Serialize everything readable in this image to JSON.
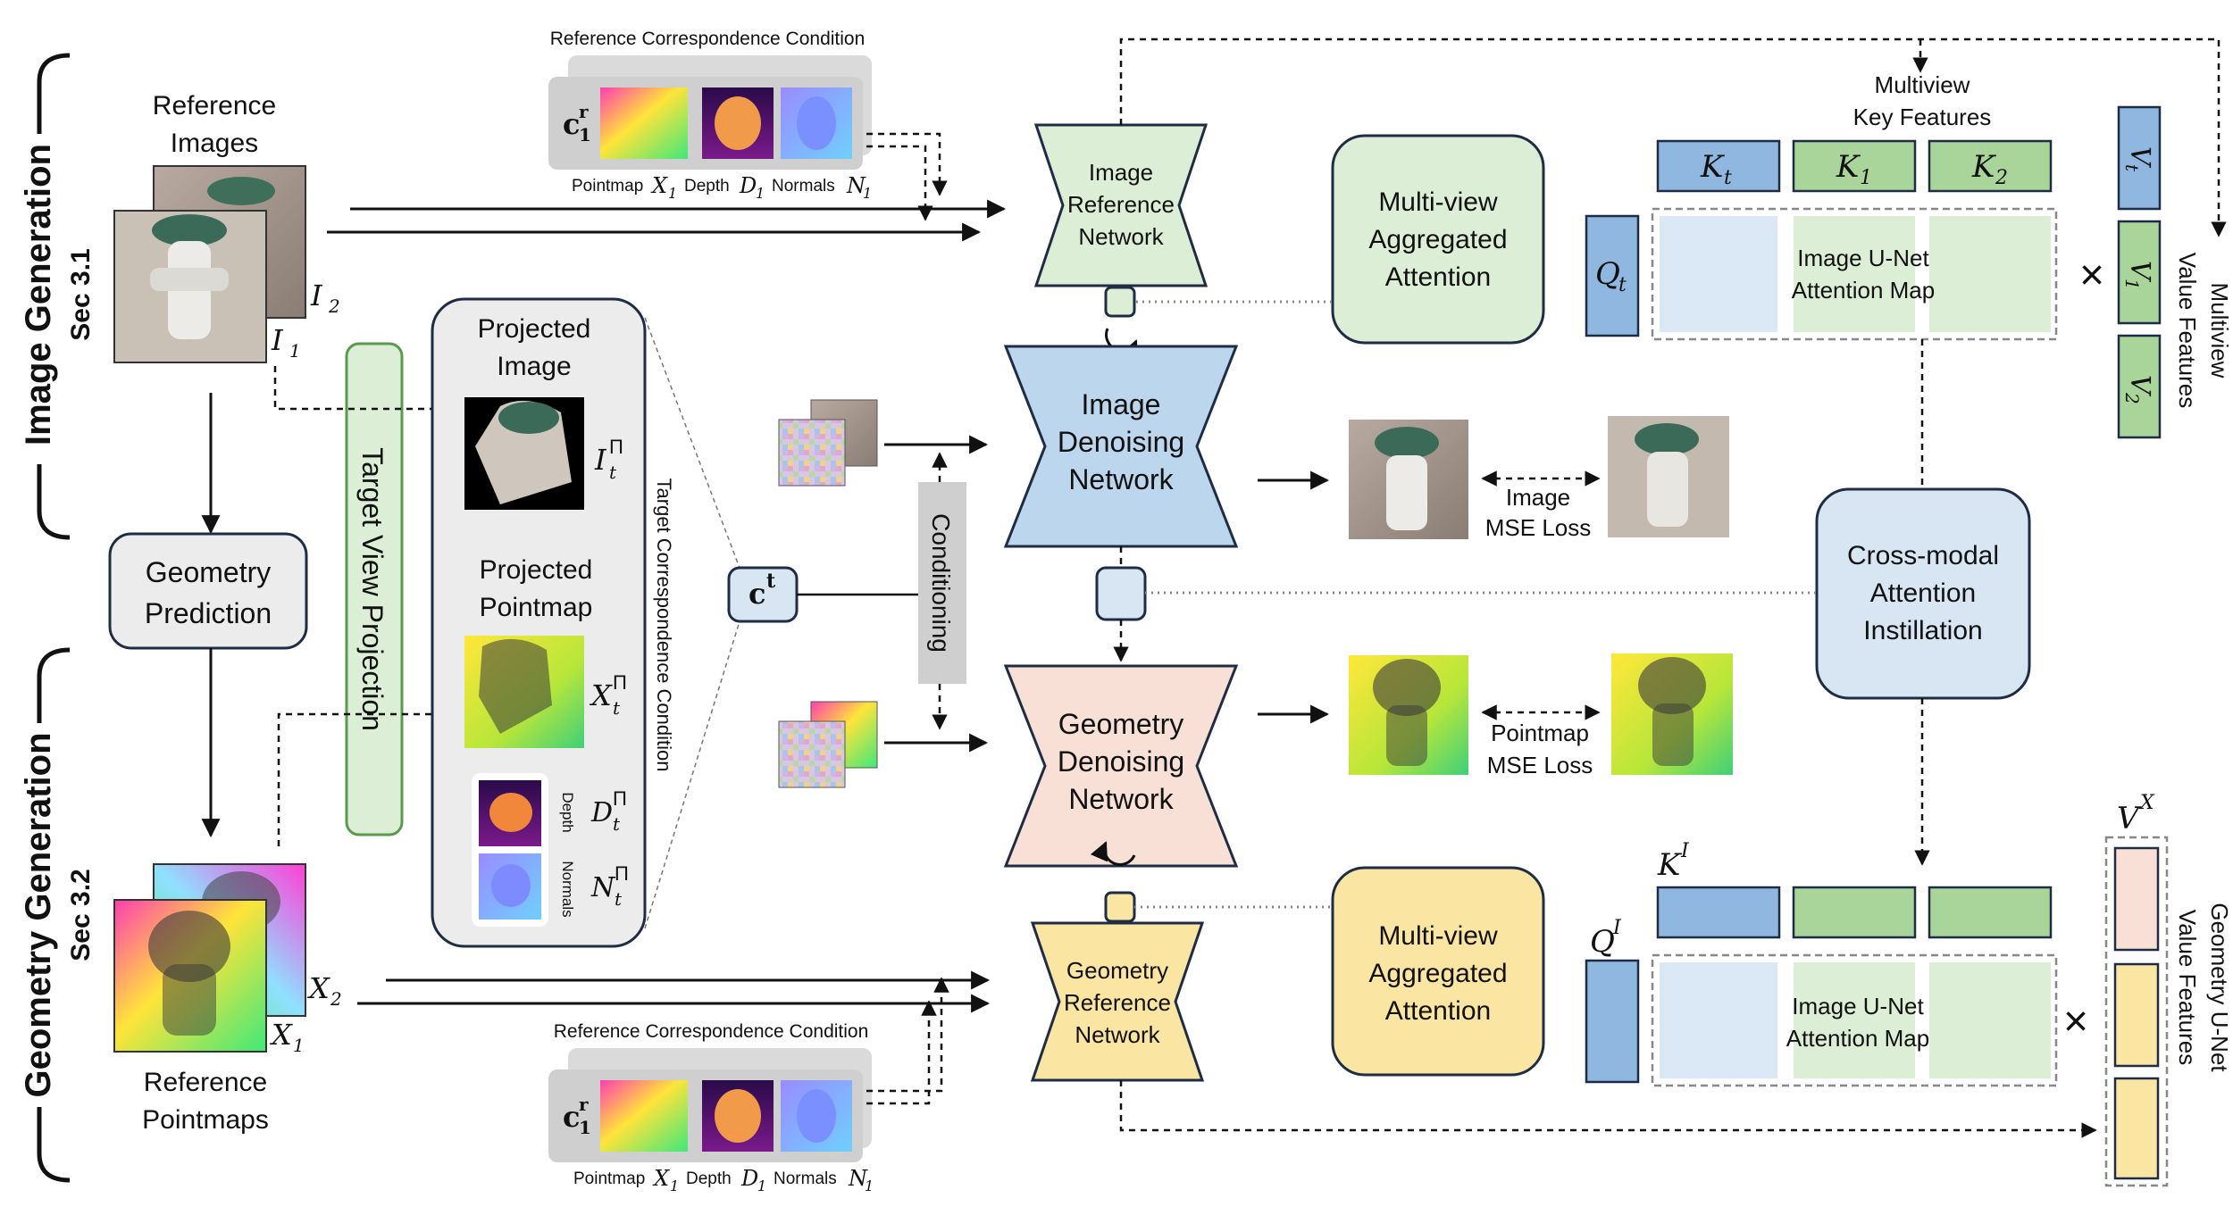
{
  "sections": {
    "image_generation": "Image Generation",
    "image_sec": "Sec 3.1",
    "geometry_generation": "Geometry Generation",
    "geometry_sec": "Sec 3.2"
  },
  "reference_images": {
    "title_line1": "Reference",
    "title_line2": "Images",
    "i1": "I",
    "i1_sub": "1",
    "i2": "I",
    "i2_sub": "2"
  },
  "reference_pointmaps": {
    "title_line1": "Reference",
    "title_line2": "Pointmaps",
    "x1": "X",
    "x1_sub": "1",
    "x2": "X",
    "x2_sub": "2"
  },
  "geometry_prediction": {
    "line1": "Geometry",
    "line2": "Prediction"
  },
  "target_view_projection": "Target View Projection",
  "projection_panel": {
    "projected_image_l1": "Projected",
    "projected_image_l2": "Image",
    "projected_pointmap_l1": "Projected",
    "projected_pointmap_l2": "Pointmap",
    "i_label": "I",
    "x_label": "X",
    "d_label": "D",
    "n_label": "N",
    "sub_t": "t",
    "sup_pi": "Π",
    "depth_small": "Depth",
    "normals_small": "Normals"
  },
  "target_correspondence_condition": "Target Correspondence Condition",
  "ct": {
    "base": "c",
    "sup": "t"
  },
  "conditioning": "Conditioning",
  "ref_condition_top": {
    "title": "Reference Correspondence Condition",
    "c_base": "c",
    "c_sup": "r",
    "c_sub": "1",
    "caption_pointmap": "Pointmap",
    "caption_depth": "Depth",
    "caption_normals": "Normals",
    "sym_x": "X",
    "sym_d": "D",
    "sym_n": "N",
    "sym_sub": "1"
  },
  "ref_condition_bottom": {
    "title": "Reference Correspondence Condition",
    "c_base": "c",
    "c_sup": "r",
    "c_sub": "1",
    "caption_pointmap": "Pointmap",
    "caption_depth": "Depth",
    "caption_normals": "Normals",
    "sym_x": "X",
    "sym_d": "D",
    "sym_n": "N",
    "sym_sub": "1"
  },
  "networks": {
    "image_reference": [
      "Image",
      "Reference",
      "Network"
    ],
    "image_denoising": [
      "Image",
      "Denoising",
      "Network"
    ],
    "geometry_denoising": [
      "Geometry",
      "Denoising",
      "Network"
    ],
    "geometry_reference": [
      "Geometry",
      "Reference",
      "Network"
    ]
  },
  "attention": {
    "mv_top": [
      "Multi-view",
      "Aggregated",
      "Attention"
    ],
    "mv_bottom": [
      "Multi-view",
      "Aggregated",
      "Attention"
    ],
    "cross_modal": [
      "Cross-modal",
      "Attention",
      "Instillation"
    ]
  },
  "losses": {
    "image": [
      "Image",
      "MSE Loss"
    ],
    "pointmap": [
      "Pointmap",
      "MSE Loss"
    ]
  },
  "top_attention": {
    "key_features_l1": "Multiview",
    "key_features_l2": "Key Features",
    "k_t": "K",
    "k_t_sub": "t",
    "k_1": "K",
    "k_1_sub": "1",
    "k_2": "K",
    "k_2_sub": "2",
    "q_t": "Q",
    "q_t_sub": "t",
    "map_l1": "Image U-Net",
    "map_l2": "Attention Map",
    "v_t": "V",
    "v_t_sub": "t",
    "v_1": "V",
    "v_1_sub": "1",
    "v_2": "V",
    "v_2_sub": "2",
    "value_features_l1": "Multiview",
    "value_features_l2": "Value Features",
    "times": "×"
  },
  "bottom_attention": {
    "k_i": "K",
    "k_i_sup": "I",
    "q_i": "Q",
    "q_i_sup": "I",
    "v_x": "V",
    "v_x_sup": "X",
    "map_l1": "Image U-Net",
    "map_l2": "Attention Map",
    "value_features_l1": "Geometry U-Net",
    "value_features_l2": "Value Features",
    "times": "×"
  },
  "colors": {
    "green_fill": "#dcefd6",
    "green_key": "#a9d49a",
    "blue_fill": "#bcd6ee",
    "blue_key": "#8fb7e0",
    "peach_fill": "#f8e0d6",
    "yellow_fill": "#fbe5a3",
    "gray_box": "#e8e8e8",
    "cond_gray": "#cfcfcf",
    "dark_outline": "#1f2d44"
  }
}
